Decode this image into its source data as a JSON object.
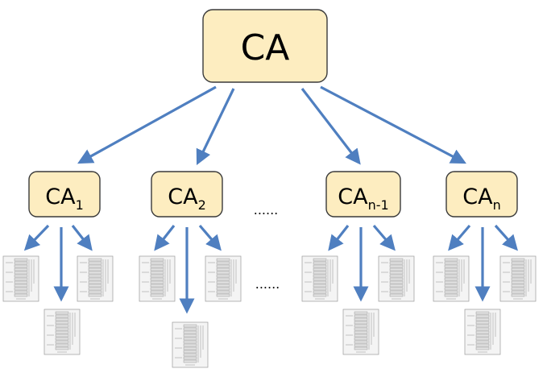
{
  "root": {
    "label": "CA"
  },
  "children": [
    {
      "base": "CA",
      "sub": "1"
    },
    {
      "base": "CA",
      "sub": "2"
    },
    {
      "base": "CA",
      "sub": "n-1"
    },
    {
      "base": "CA",
      "sub": "n"
    }
  ],
  "ellipsis_top": "......",
  "ellipsis_bottom": "......",
  "arrow_color": "#4f7fc0",
  "box_color": "#fdedc0"
}
